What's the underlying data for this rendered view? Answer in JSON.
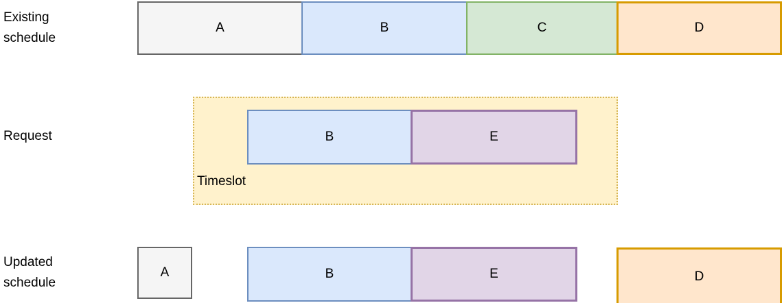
{
  "diagram": {
    "rows": [
      {
        "id": "existing-schedule",
        "label": "Existing schedule",
        "blocks": [
          {
            "label": "A",
            "color": "gray"
          },
          {
            "label": "B",
            "color": "blue"
          },
          {
            "label": "C",
            "color": "green"
          },
          {
            "label": "D",
            "color": "orange"
          }
        ]
      },
      {
        "id": "request",
        "label": "Request",
        "container_label": "Timeslot",
        "container_color": "yellow",
        "blocks": [
          {
            "label": "B",
            "color": "blue"
          },
          {
            "label": "E",
            "color": "purple"
          }
        ]
      },
      {
        "id": "updated-schedule",
        "label": "Updated schedule",
        "blocks": [
          {
            "label": "A",
            "color": "gray"
          },
          {
            "label": "B",
            "color": "blue"
          },
          {
            "label": "E",
            "color": "purple"
          },
          {
            "label": "D",
            "color": "orange"
          }
        ]
      }
    ],
    "palette": {
      "gray": {
        "fill": "#f5f5f5",
        "stroke": "#666666"
      },
      "blue": {
        "fill": "#dae8fc",
        "stroke": "#6c8ebf"
      },
      "green": {
        "fill": "#d5e8d4",
        "stroke": "#82b366"
      },
      "orange": {
        "fill": "#ffe6cc",
        "stroke": "#d79b00"
      },
      "purple": {
        "fill": "#e1d5e7",
        "stroke": "#9673a6"
      },
      "yellow": {
        "fill": "#fff2cc",
        "stroke": "#d6b656"
      }
    },
    "text_color": "#000000",
    "background": "#ffffff"
  }
}
